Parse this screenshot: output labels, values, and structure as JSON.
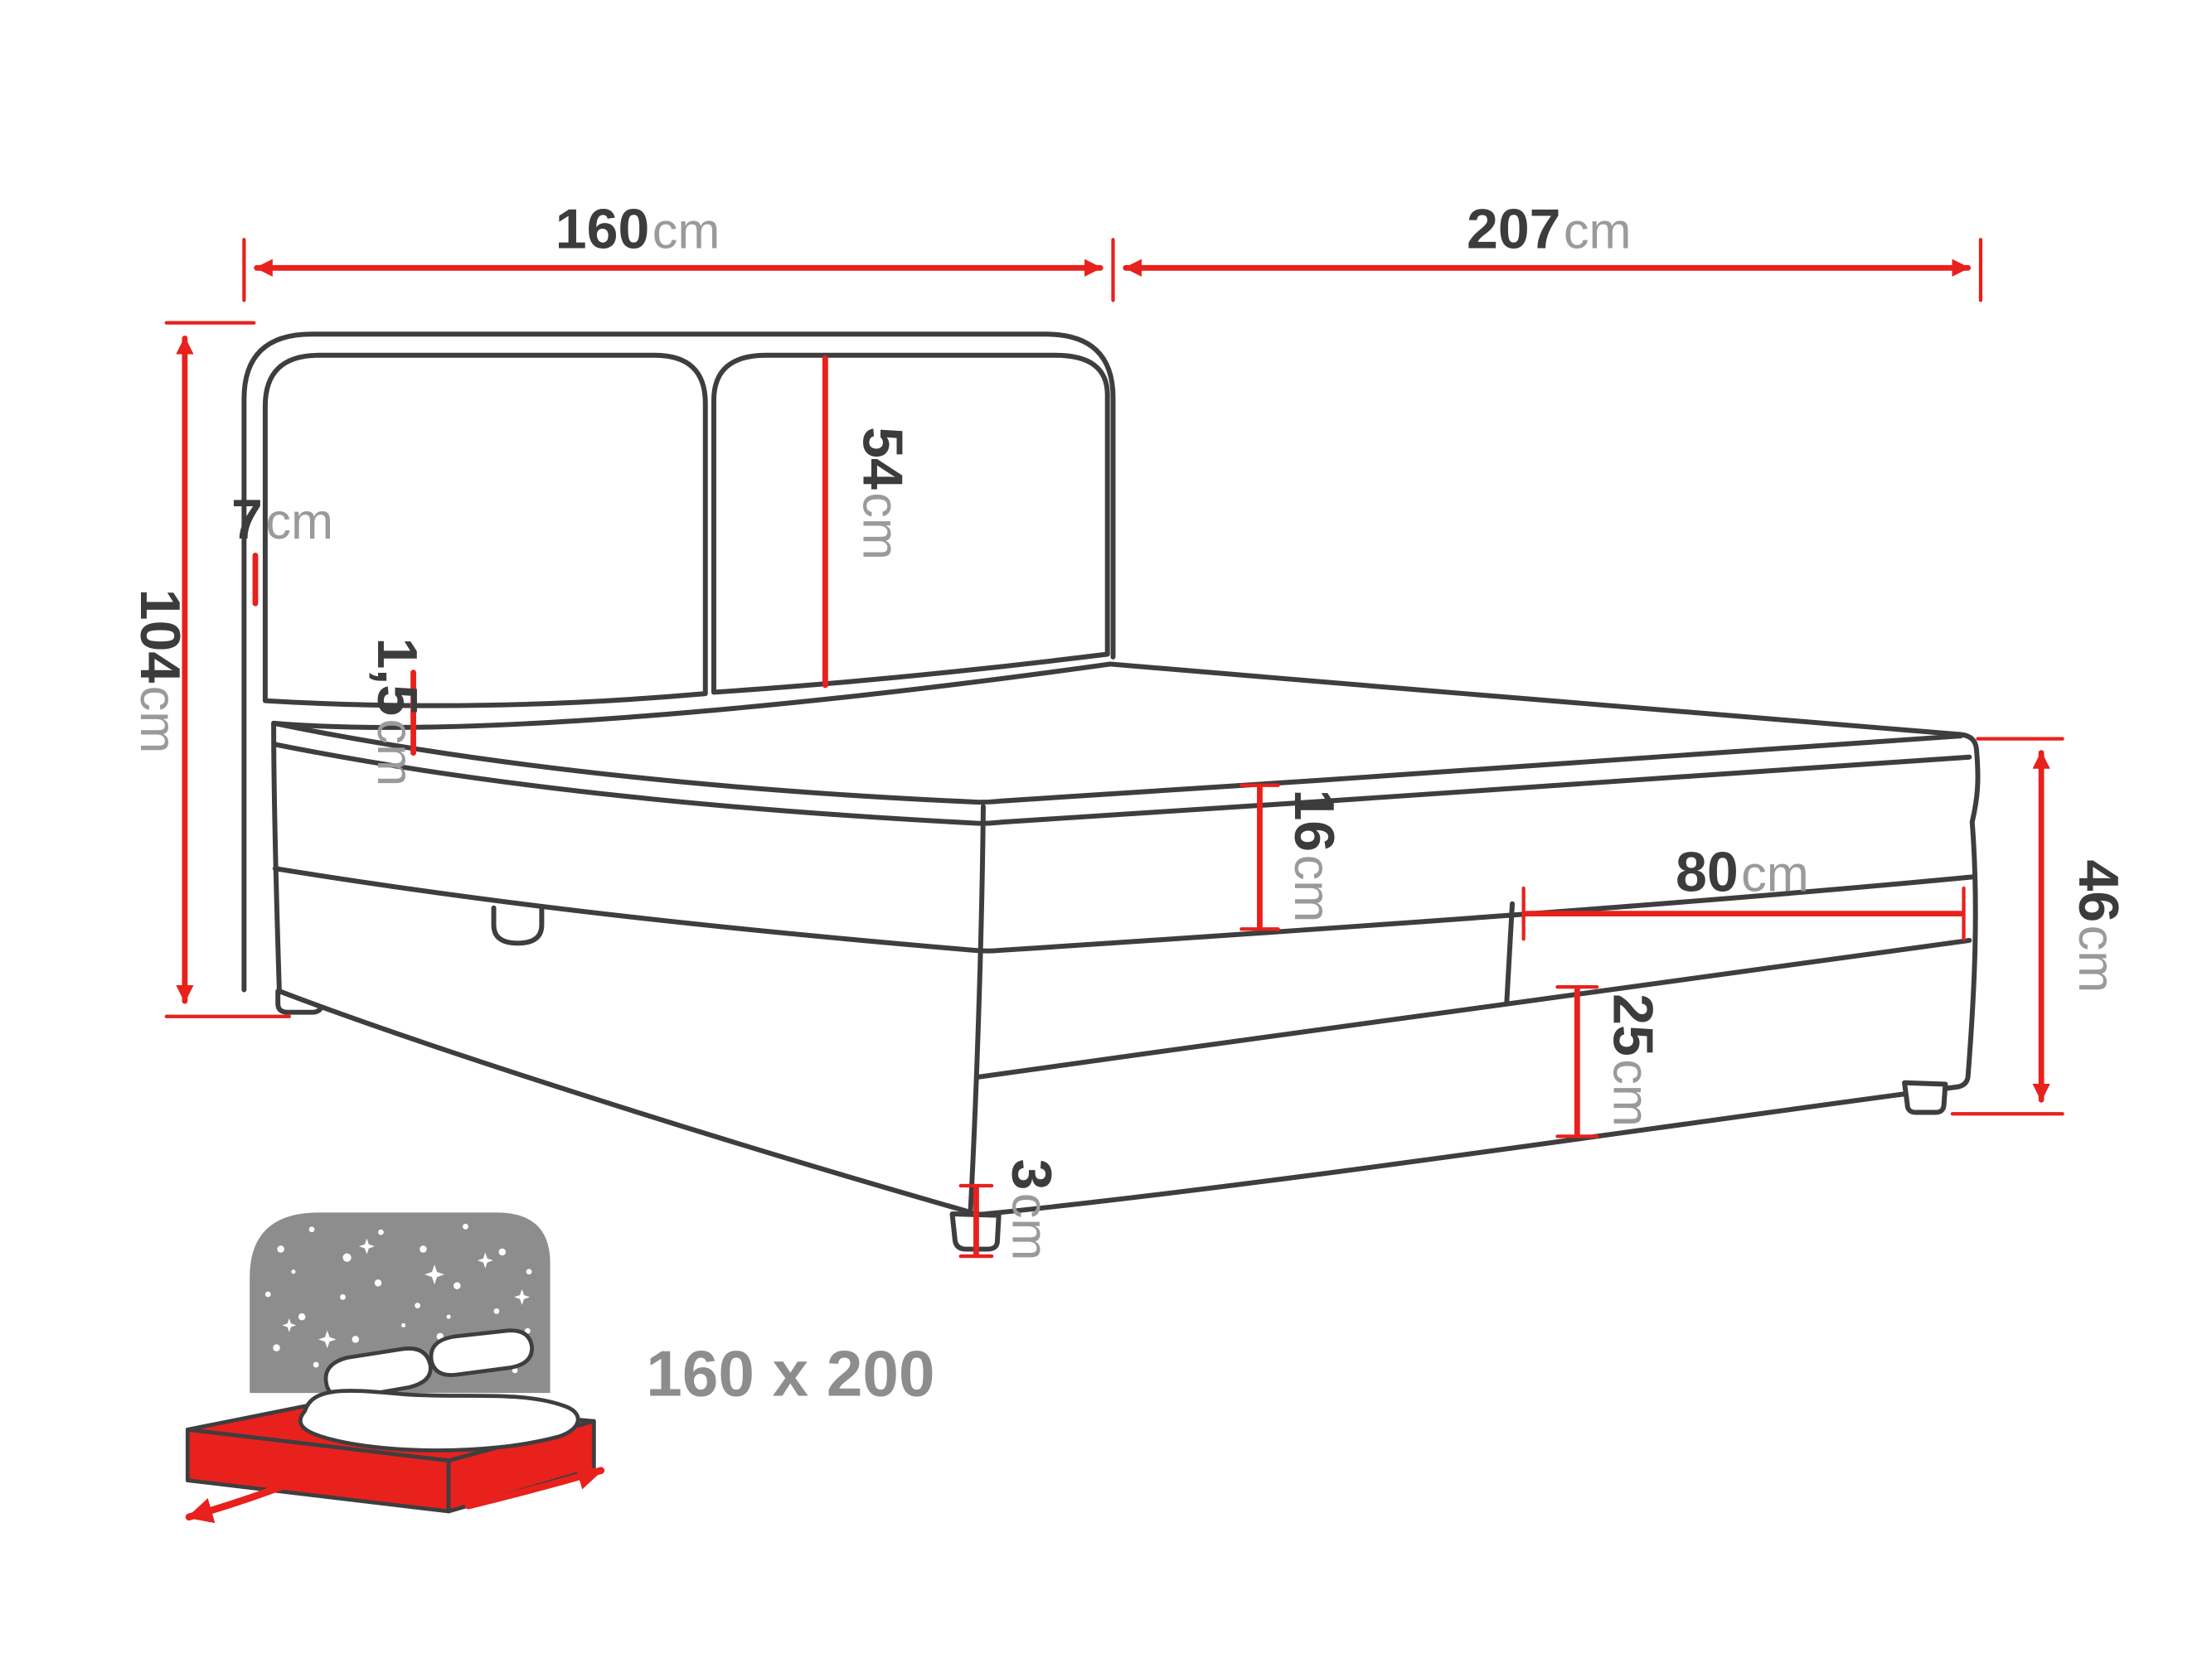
{
  "diagram": {
    "type": "furniture-dimension-diagram",
    "subject": "upholstered storage bed with headboard"
  },
  "colors": {
    "outline": "#3e3e40",
    "dimension_red": "#e8211d",
    "number_text": "#3c3c3e",
    "unit_text": "#9a9a9a",
    "icon_gray": "#8d8d8d"
  },
  "dimensions": {
    "headboard_width": {
      "value": "160",
      "unit": "cm"
    },
    "bed_length": {
      "value": "207",
      "unit": "cm"
    },
    "headboard_height": {
      "value": "104",
      "unit": "cm"
    },
    "frame_edge": {
      "value": "7",
      "unit": "cm"
    },
    "cushion_height": {
      "value": "54",
      "unit": "cm"
    },
    "mattress_topper_edge": {
      "value": "1,5",
      "unit": "cm"
    },
    "mattress_height": {
      "value": "16",
      "unit": "cm"
    },
    "storage_flap_width": {
      "value": "80",
      "unit": "cm"
    },
    "base_height": {
      "value": "25",
      "unit": "cm"
    },
    "foot_height": {
      "value": "46",
      "unit": "cm"
    },
    "leg_height": {
      "value": "3",
      "unit": "cm"
    }
  },
  "size_badge": {
    "text": "160 x 200"
  }
}
